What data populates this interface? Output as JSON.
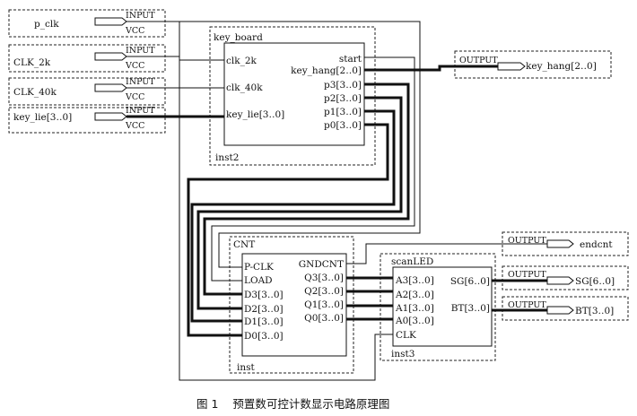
{
  "pins": {
    "input1": {
      "name": "p_clk",
      "type": "INPUT",
      "sub": "VCC"
    },
    "input2": {
      "name": "CLK_2k",
      "type": "INPUT",
      "sub": "VCC"
    },
    "input3": {
      "name": "CLK_40k",
      "type": "INPUT",
      "sub": "VCC"
    },
    "input4": {
      "name": "key_lie[3‥0]",
      "type": "INPUT",
      "sub": "VCC"
    },
    "output1": {
      "type": "OUTPUT",
      "name": "key_hang[2‥0]"
    },
    "output2": {
      "type": "OUTPUT",
      "name": "endcnt"
    },
    "output3": {
      "type": "OUTPUT",
      "name": "SG[6‥0]"
    },
    "output4": {
      "type": "OUTPUT",
      "name": "BT[3‥0]"
    }
  },
  "blocks": {
    "keyboard": {
      "title": "key_board",
      "inst": "inst2",
      "in_ports": [
        "clk_2k",
        "clk_40k",
        "key_lie[3‥0]"
      ],
      "out_ports": [
        "start",
        "key_hang[2‥0]",
        "p3[3‥0]",
        "p2[3‥0]",
        "p1[3‥0]",
        "p0[3‥0]"
      ]
    },
    "cnt": {
      "title": "CNT",
      "inst": "inst",
      "in_ports": [
        "P-CLK",
        "LOAD",
        "D3[3‥0]",
        "D2[3‥0]",
        "D1[3‥0]",
        "D0[3‥0]"
      ],
      "out_ports": [
        "GNDCNT",
        "Q3[3‥0]",
        "Q2[3‥0]",
        "Q1[3‥0]",
        "Q0[3‥0]"
      ]
    },
    "scanled": {
      "title": "scanLED",
      "inst": "inst3",
      "in_ports": [
        "A3[3‥0]",
        "A2[3‥0]",
        "A1[3‥0]",
        "A0[3‥0]",
        "CLK"
      ],
      "out_ports": [
        "SG[6‥0]",
        "BT[3‥0]"
      ]
    }
  },
  "caption": "图 1    预置数可控计数显示电路原理图"
}
